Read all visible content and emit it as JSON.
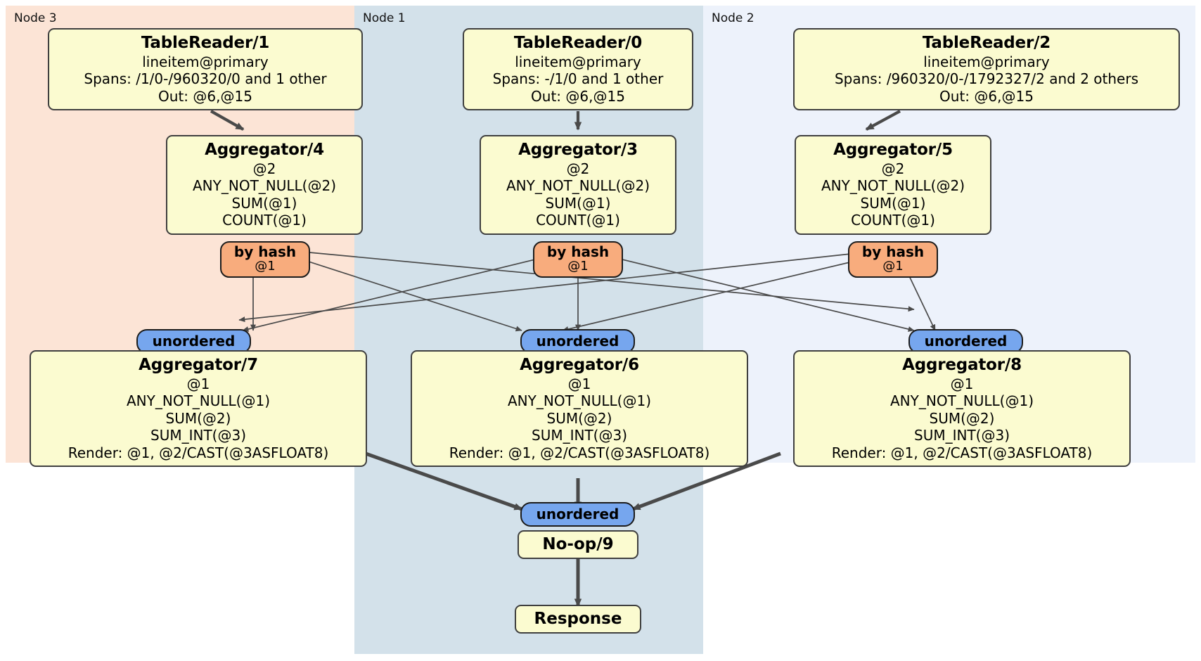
{
  "diagram": {
    "type": "distributed-query-plan",
    "nodes": [
      {
        "id": "node3",
        "label": "Node 3",
        "color": "#fce4d6"
      },
      {
        "id": "node1",
        "label": "Node 1",
        "color": "#d3e1ea"
      },
      {
        "id": "node2",
        "label": "Node 2",
        "color": "#edf2fb"
      }
    ],
    "boxes": {
      "tablereader1": {
        "title": "TableReader/1",
        "lines": [
          "lineitem@primary",
          "Spans: /1/0-/960320/0 and 1 other",
          "Out: @6,@15"
        ]
      },
      "tablereader0": {
        "title": "TableReader/0",
        "lines": [
          "lineitem@primary",
          "Spans: -/1/0 and 1 other",
          "Out: @6,@15"
        ]
      },
      "tablereader2": {
        "title": "TableReader/2",
        "lines": [
          "lineitem@primary",
          "Spans: /960320/0-/1792327/2 and 2 others",
          "Out: @6,@15"
        ]
      },
      "aggregator4": {
        "title": "Aggregator/4",
        "lines": [
          "@2",
          "ANY_NOT_NULL(@2)",
          "SUM(@1)",
          "COUNT(@1)"
        ]
      },
      "aggregator3": {
        "title": "Aggregator/3",
        "lines": [
          "@2",
          "ANY_NOT_NULL(@2)",
          "SUM(@1)",
          "COUNT(@1)"
        ]
      },
      "aggregator5": {
        "title": "Aggregator/5",
        "lines": [
          "@2",
          "ANY_NOT_NULL(@2)",
          "SUM(@1)",
          "COUNT(@1)"
        ]
      },
      "aggregator7": {
        "title": "Aggregator/7",
        "lines": [
          "@1",
          "ANY_NOT_NULL(@1)",
          "SUM(@2)",
          "SUM_INT(@3)",
          "Render: @1, @2/CAST(@3ASFLOAT8)"
        ]
      },
      "aggregator6": {
        "title": "Aggregator/6",
        "lines": [
          "@1",
          "ANY_NOT_NULL(@1)",
          "SUM(@2)",
          "SUM_INT(@3)",
          "Render: @1, @2/CAST(@3ASFLOAT8)"
        ]
      },
      "aggregator8": {
        "title": "Aggregator/8",
        "lines": [
          "@1",
          "ANY_NOT_NULL(@1)",
          "SUM(@2)",
          "SUM_INT(@3)",
          "Render: @1, @2/CAST(@3ASFLOAT8)"
        ]
      },
      "noop9": {
        "title": "No-op/9"
      },
      "response": {
        "title": "Response"
      }
    },
    "routers": {
      "hash_left": {
        "t1": "by hash",
        "t2": "@1"
      },
      "hash_center": {
        "t1": "by hash",
        "t2": "@1"
      },
      "hash_right": {
        "t1": "by hash",
        "t2": "@1"
      }
    },
    "synchronizers": {
      "sync_left": "unordered",
      "sync_center": "unordered",
      "sync_right": "unordered",
      "sync_final": "unordered"
    },
    "colors": {
      "processor_fill": "#fbfbd0",
      "processor_stroke": "#3f3f3f",
      "router_fill": "#f8ac7d",
      "sync_fill": "#76a6ee",
      "edge": "#4a4a4a"
    }
  }
}
